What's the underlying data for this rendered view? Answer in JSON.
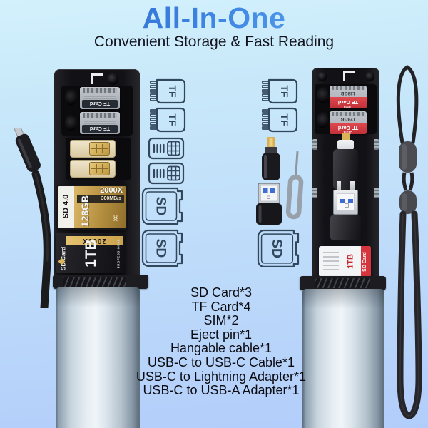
{
  "header": {
    "title": "All-In-One",
    "subtitle": "Convenient Storage & Fast Reading"
  },
  "includes_list": {
    "items": [
      "SD Card*3",
      "TF Card*4",
      "SIM*2",
      "Eject pin*1",
      "Hangable cable*1",
      "USB-C to USB-C Cable*1",
      "USB-C to Lightning Adapter*1",
      "USB-C to USB-A Adapter*1"
    ]
  },
  "icons": {
    "tf_label": "TF",
    "sd_label": "SD"
  },
  "left_device": {
    "tf_cards": [
      {
        "label": "TF Card"
      },
      {
        "label": "TF Card"
      }
    ],
    "sd_card_gold": {
      "side_label": "SD 4.0",
      "speed": "2000X",
      "rate": "300MB/s",
      "capacity": "128GB",
      "type": "XC"
    },
    "sd_card_black": {
      "band": "2000X",
      "label": "SD Card",
      "capacity": "1TB",
      "edge": "PROFESSIONAL"
    }
  },
  "right_device": {
    "tf_cards": [
      {
        "label": "TF Card",
        "sub": "Ultra",
        "capacity": "128GB"
      },
      {
        "label": "TF Card",
        "sub": "Ultra",
        "capacity": "128GB"
      }
    ],
    "sd_card": {
      "label": "SD Card",
      "capacity": "1TB"
    }
  },
  "colors": {
    "title_gradient_start": "#2a63c8",
    "title_gradient_end": "#5fb0f5",
    "background_top": "#d3f1fc",
    "background_bottom": "#b2cdfa",
    "icon_outline": "#32475c",
    "red_card": "#d5353d",
    "gold_card": "#c9a355",
    "tube_metal": "#d8e3ec"
  }
}
